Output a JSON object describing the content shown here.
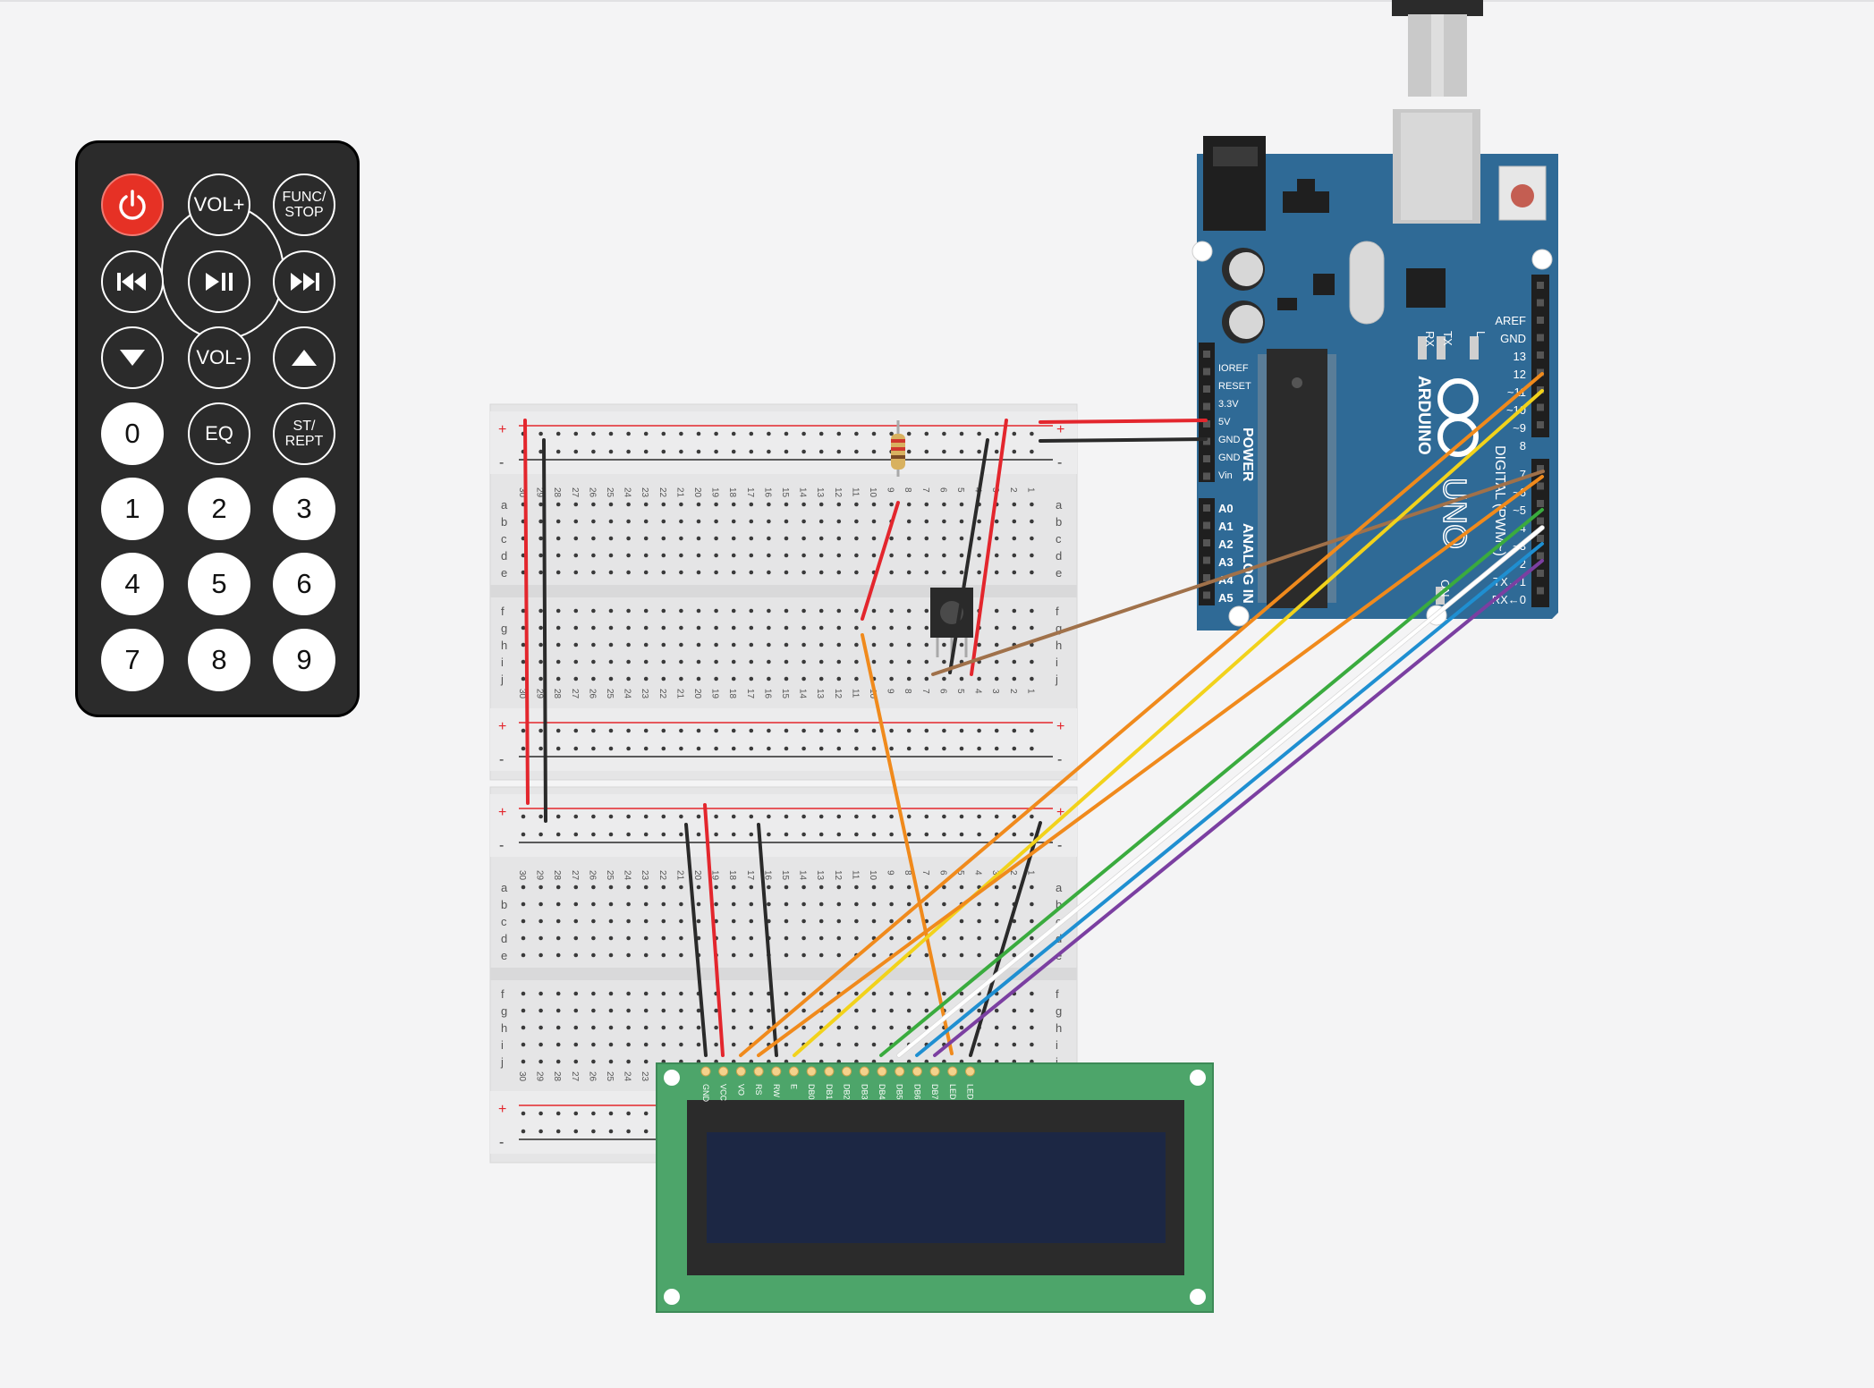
{
  "colors": {
    "background": "#f4f4f5",
    "remote_body": "#2b2b2b",
    "power_button": "#e63125",
    "arduino_board": "#2f6a96",
    "lcd_board": "#4da56a",
    "lcd_screen": "#1c2744",
    "breadboard": "#e5e5e6",
    "wire_red": "#e3262d",
    "wire_black": "#2a2a2a",
    "wire_orange": "#f08a1c",
    "wire_yellow": "#f2d21b",
    "wire_green": "#3aab3e",
    "wire_blue": "#1f8fd1",
    "wire_purple": "#7b3fa1",
    "wire_white": "#ffffff",
    "wire_brown": "#a0714a"
  },
  "remote": {
    "power_icon": "power-icon",
    "vol_up": "VOL+",
    "func_stop": "FUNC/\nSTOP",
    "prev_icon": "skip-back-icon",
    "play_pause_icon": "play-pause-icon",
    "next_icon": "skip-forward-icon",
    "down_icon": "triangle-down-icon",
    "vol_down": "VOL-",
    "up_icon": "triangle-up-icon",
    "zero": "0",
    "eq": "EQ",
    "st_rept": "ST/\nREPT",
    "one": "1",
    "two": "2",
    "three": "3",
    "four": "4",
    "five": "5",
    "six": "6",
    "seven": "7",
    "eight": "8",
    "nine": "9"
  },
  "breadboard": {
    "plus": "+",
    "minus": "-",
    "rows_top": [
      "a",
      "b",
      "c",
      "d",
      "e"
    ],
    "rows_bottom": [
      "f",
      "g",
      "h",
      "i",
      "j"
    ],
    "columns": [
      "30",
      "29",
      "28",
      "27",
      "26",
      "25",
      "24",
      "23",
      "22",
      "21",
      "20",
      "19",
      "18",
      "17",
      "16",
      "15",
      "14",
      "13",
      "12",
      "11",
      "10",
      "9",
      "8",
      "7",
      "6",
      "5",
      "4",
      "3",
      "2",
      "1"
    ]
  },
  "arduino": {
    "brand": "ARDUINO",
    "model": "UNO",
    "power_header_title": "POWER",
    "analog_header_title": "ANALOG IN",
    "digital_header_title": "DIGITAL (PWM~)",
    "power_pins": [
      "IOREF",
      "RESET",
      "3.3V",
      "5V",
      "GND",
      "GND",
      "Vin"
    ],
    "analog_pins": [
      "A0",
      "A1",
      "A2",
      "A3",
      "A4",
      "A5"
    ],
    "digital_top_pins": [
      "AREF",
      "GND",
      "13",
      "12",
      "~11",
      "~10",
      "~9",
      "8"
    ],
    "digital_bottom_pins": [
      "7",
      "~6",
      "~5",
      "4",
      "~3",
      "2",
      "TX→1",
      "RX←0"
    ],
    "rx_label": "RX",
    "tx_label": "TX",
    "l_label": "L",
    "on_label": "ON"
  },
  "lcd": {
    "pins": [
      "GND",
      "VCC",
      "VO",
      "RS",
      "RW",
      "E",
      "DB0",
      "DB1",
      "DB2",
      "DB3",
      "DB4",
      "DB5",
      "DB6",
      "DB7",
      "LED",
      "LED"
    ]
  }
}
